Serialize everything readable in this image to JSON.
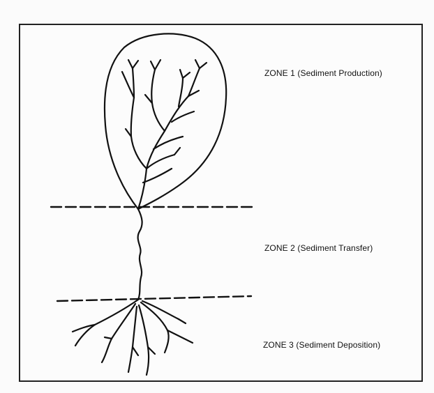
{
  "diagram": {
    "zones": [
      {
        "label": "ZONE 1 (Sediment Production)"
      },
      {
        "label": "ZONE 2 (Sediment Transfer)"
      },
      {
        "label": "ZONE 3 (Sediment Deposition)"
      }
    ]
  }
}
